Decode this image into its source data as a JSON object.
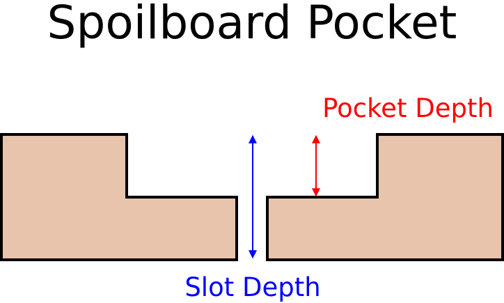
{
  "diagram": {
    "title": "Spoilboard Pocket",
    "labels": {
      "pocket_depth": "Pocket Depth",
      "slot_depth": "Slot Depth"
    },
    "colors": {
      "material_fill": "#e8c4ad",
      "outline": "#000000",
      "pocket_depth_color": "#ff0000",
      "slot_depth_color": "#0000ff",
      "background": "#ffffff"
    }
  }
}
